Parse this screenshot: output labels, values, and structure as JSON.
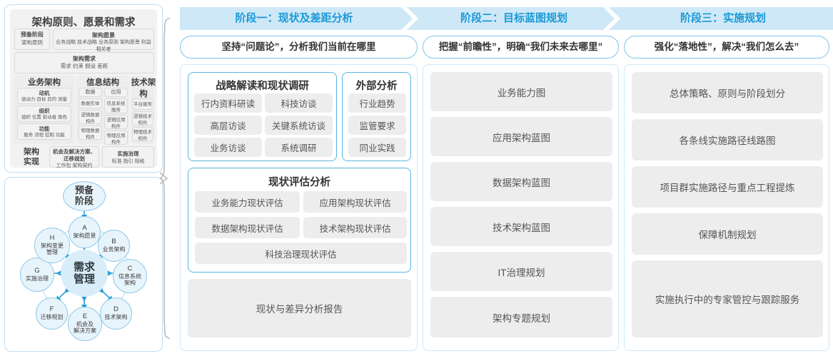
{
  "left_panel": {
    "header": "架构原则、愿景和需求",
    "prep": {
      "line1": "预备阶段",
      "line2": "架构原则"
    },
    "vision": {
      "title": "架构愿景",
      "items": "业务战略 技术战略 业务原则 架构愿景 利益相关者"
    },
    "requirement": {
      "title": "架构需求",
      "items": "需求    约束    假设    差距"
    },
    "columns": [
      {
        "title": "业务架构",
        "blocks": [
          {
            "title": "动机",
            "items": "驱动力 目标 目的 测量"
          },
          {
            "title": "组织",
            "items": "组织 位置 驱动者 角色"
          },
          {
            "title": "功能",
            "items": "服务 流程 控制 功能"
          }
        ]
      },
      {
        "title": "信息结构",
        "sub": [
          {
            "title": "数据",
            "items": [
              "数据实体",
              "逻辑数据构件",
              "物理数据构件"
            ]
          },
          {
            "title": "应用",
            "items": [
              "信息系统服务",
              "逻辑应用构件",
              "物理应用构件"
            ]
          }
        ]
      },
      {
        "title": "技术架构",
        "items": [
          "平台服务",
          "逻辑技术构件",
          "物理技术构件"
        ]
      }
    ],
    "footer": {
      "label": "架构\n实现",
      "label_l1": "架构",
      "label_l2": "实现",
      "box1": {
        "title_l1": "机会及解决方案、",
        "title_l2": "迁移规划",
        "items": "工作包  架构契约"
      },
      "box2": {
        "title": "实施治理",
        "items": "标准  指引  规格"
      }
    }
  },
  "cycle": {
    "top": {
      "l1": "预备",
      "l2": "阶段"
    },
    "center": {
      "l1": "需求",
      "l2": "管理"
    },
    "nodes": [
      {
        "key": "A",
        "label_l1": "架构愿景",
        "label_l2": ""
      },
      {
        "key": "B",
        "label_l1": "业务架构",
        "label_l2": ""
      },
      {
        "key": "C",
        "label_l1": "信息系统",
        "label_l2": "架构"
      },
      {
        "key": "D",
        "label_l1": "技术架构",
        "label_l2": ""
      },
      {
        "key": "E",
        "label_l1": "机会及",
        "label_l2": "解决方案"
      },
      {
        "key": "F",
        "label_l1": "迁移规划",
        "label_l2": ""
      },
      {
        "key": "G",
        "label_l1": "实施治理",
        "label_l2": ""
      },
      {
        "key": "H",
        "label_l1": "架构变更",
        "label_l2": "管理"
      }
    ]
  },
  "phases": [
    {
      "band_title": "阶段一：现状及差距分析",
      "subtitle": "坚持“问题论”，分析我们当前在哪里"
    },
    {
      "band_title": "阶段二：目标蓝图规划",
      "subtitle": "把握“前瞻性”，明确“我们未来去哪里”"
    },
    {
      "band_title": "阶段三：实施规划",
      "subtitle": "强化“落地性”，解决“我们怎么去”"
    }
  ],
  "phase1": {
    "card_a": {
      "title": "战略解读和现状调研",
      "chips": [
        "行内资料研读",
        "科技访谈",
        "高层访谈",
        "关键系统访谈",
        "业务访谈",
        "系统调研"
      ]
    },
    "card_b": {
      "title": "外部分析",
      "chips": [
        "行业趋势",
        "监管要求",
        "同业实践"
      ]
    },
    "card_c": {
      "title": "现状评估分析",
      "chips": [
        "业务能力现状评估",
        "应用架构现状评估",
        "数据架构现状评估",
        "技术架构现状评估"
      ],
      "wide_chip": "科技治理现状评估"
    },
    "report": "现状与差异分析报告"
  },
  "phase2": {
    "items": [
      "业务能力图",
      "应用架构蓝图",
      "数据架构蓝图",
      "技术架构蓝图",
      "IT治理规划",
      "架构专题规划"
    ]
  },
  "phase3": {
    "items": [
      "总体策略、原则与阶段划分",
      "各条线实施路径线路图",
      "项目群实施路径与重点工程提炼",
      "保障机制规划",
      "实施执行中的专家管控与跟踪服务"
    ]
  },
  "colors": {
    "band": "#cfe8f7",
    "band_text": "#1a9ad6",
    "card_border": "#55b6e0",
    "chip_bg": "#ededed",
    "panel_border": "#bcdff2"
  }
}
